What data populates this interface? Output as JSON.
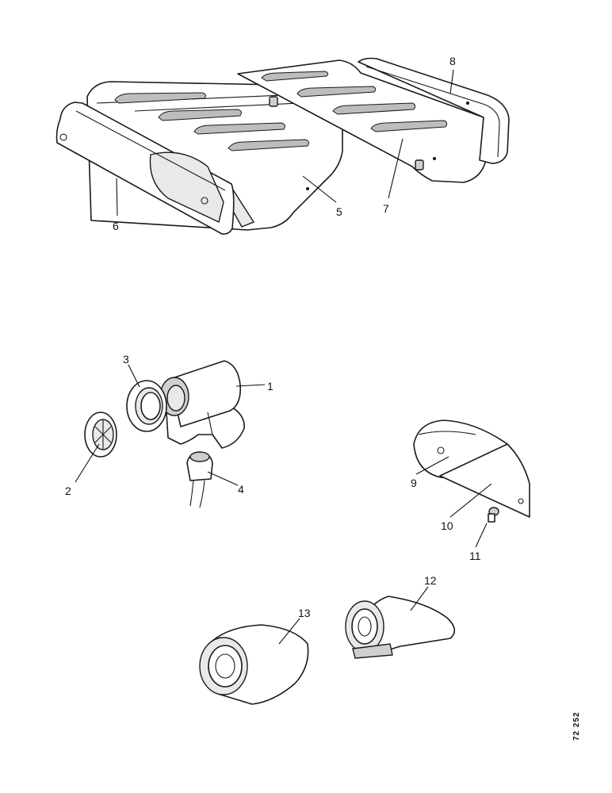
{
  "callouts": [
    "1",
    "2",
    "3",
    "4",
    "5",
    "6",
    "7",
    "8",
    "9",
    "10",
    "11",
    "12",
    "13"
  ],
  "reference": "72 252"
}
